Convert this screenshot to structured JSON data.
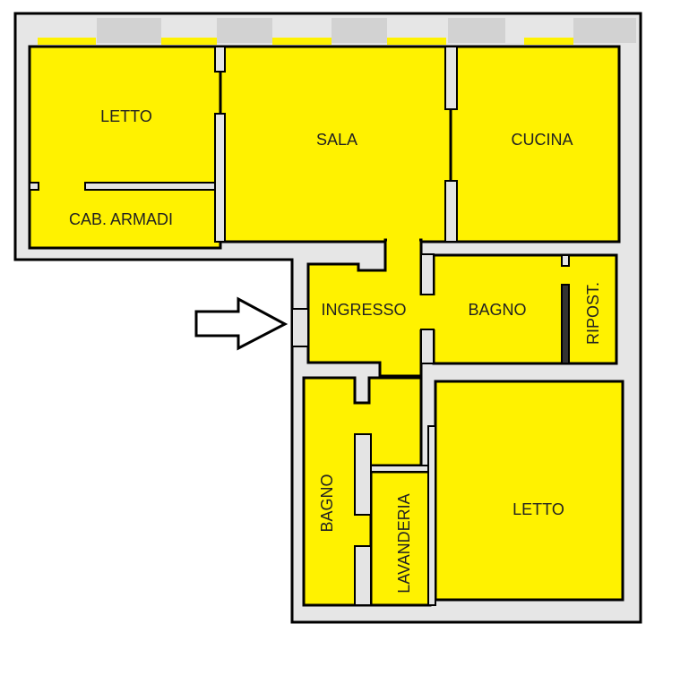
{
  "plan": {
    "rooms": {
      "letto_top": "LETTO",
      "sala": "SALA",
      "cucina": "CUCINA",
      "cab_armadi": "CAB. ARMADI",
      "ingresso": "INGRESSO",
      "bagno_top": "BAGNO",
      "ripostiglio": "RIPOST.",
      "bagno_bottom": "BAGNO",
      "lavanderia": "LAVANDERIA",
      "letto_bottom": "LETTO"
    },
    "entrance_icon": "arrow-right-outline-icon",
    "colors": {
      "room_fill": "#fff200",
      "wall": "#e4e4e4",
      "outline": "#000000"
    }
  }
}
